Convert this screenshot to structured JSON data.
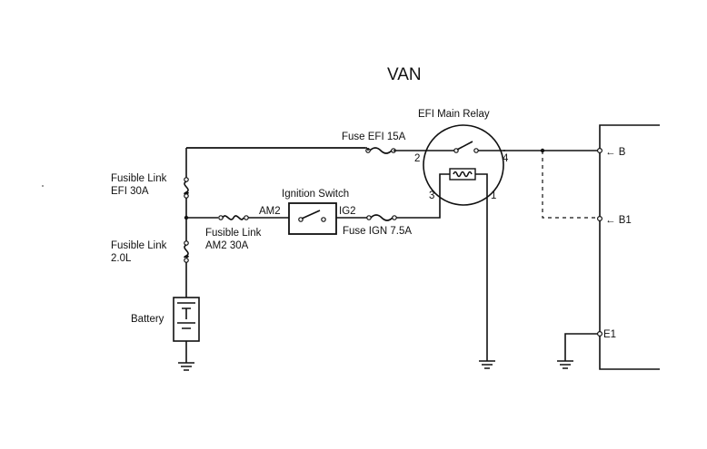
{
  "title": "VAN",
  "labels": {
    "efi_main_relay": "EFI Main Relay",
    "fuse_efi": "Fuse EFI 15A",
    "fuse_ign": "Fuse IGN 7.5A",
    "ignition_switch": "Ignition Switch",
    "am2": "AM2",
    "ig2": "IG2",
    "fusible_link_efi_line1": "Fusible Link",
    "fusible_link_efi_line2": "EFI 30A",
    "fusible_link_am2_line1": "Fusible Link",
    "fusible_link_am2_line2": "AM2 30A",
    "fusible_link_main_line1": "Fusible Link",
    "fusible_link_main_line2": "2.0L",
    "battery": "Battery",
    "pin_1": "1",
    "pin_2": "2",
    "pin_3": "3",
    "pin_4": "4",
    "terminal_b": "B",
    "terminal_b1": "B1",
    "terminal_e1": "E1"
  },
  "icons": [
    "fuse-icon",
    "fusible-link-icon",
    "battery-icon",
    "ground-icon",
    "relay-coil-icon",
    "switch-icon"
  ]
}
